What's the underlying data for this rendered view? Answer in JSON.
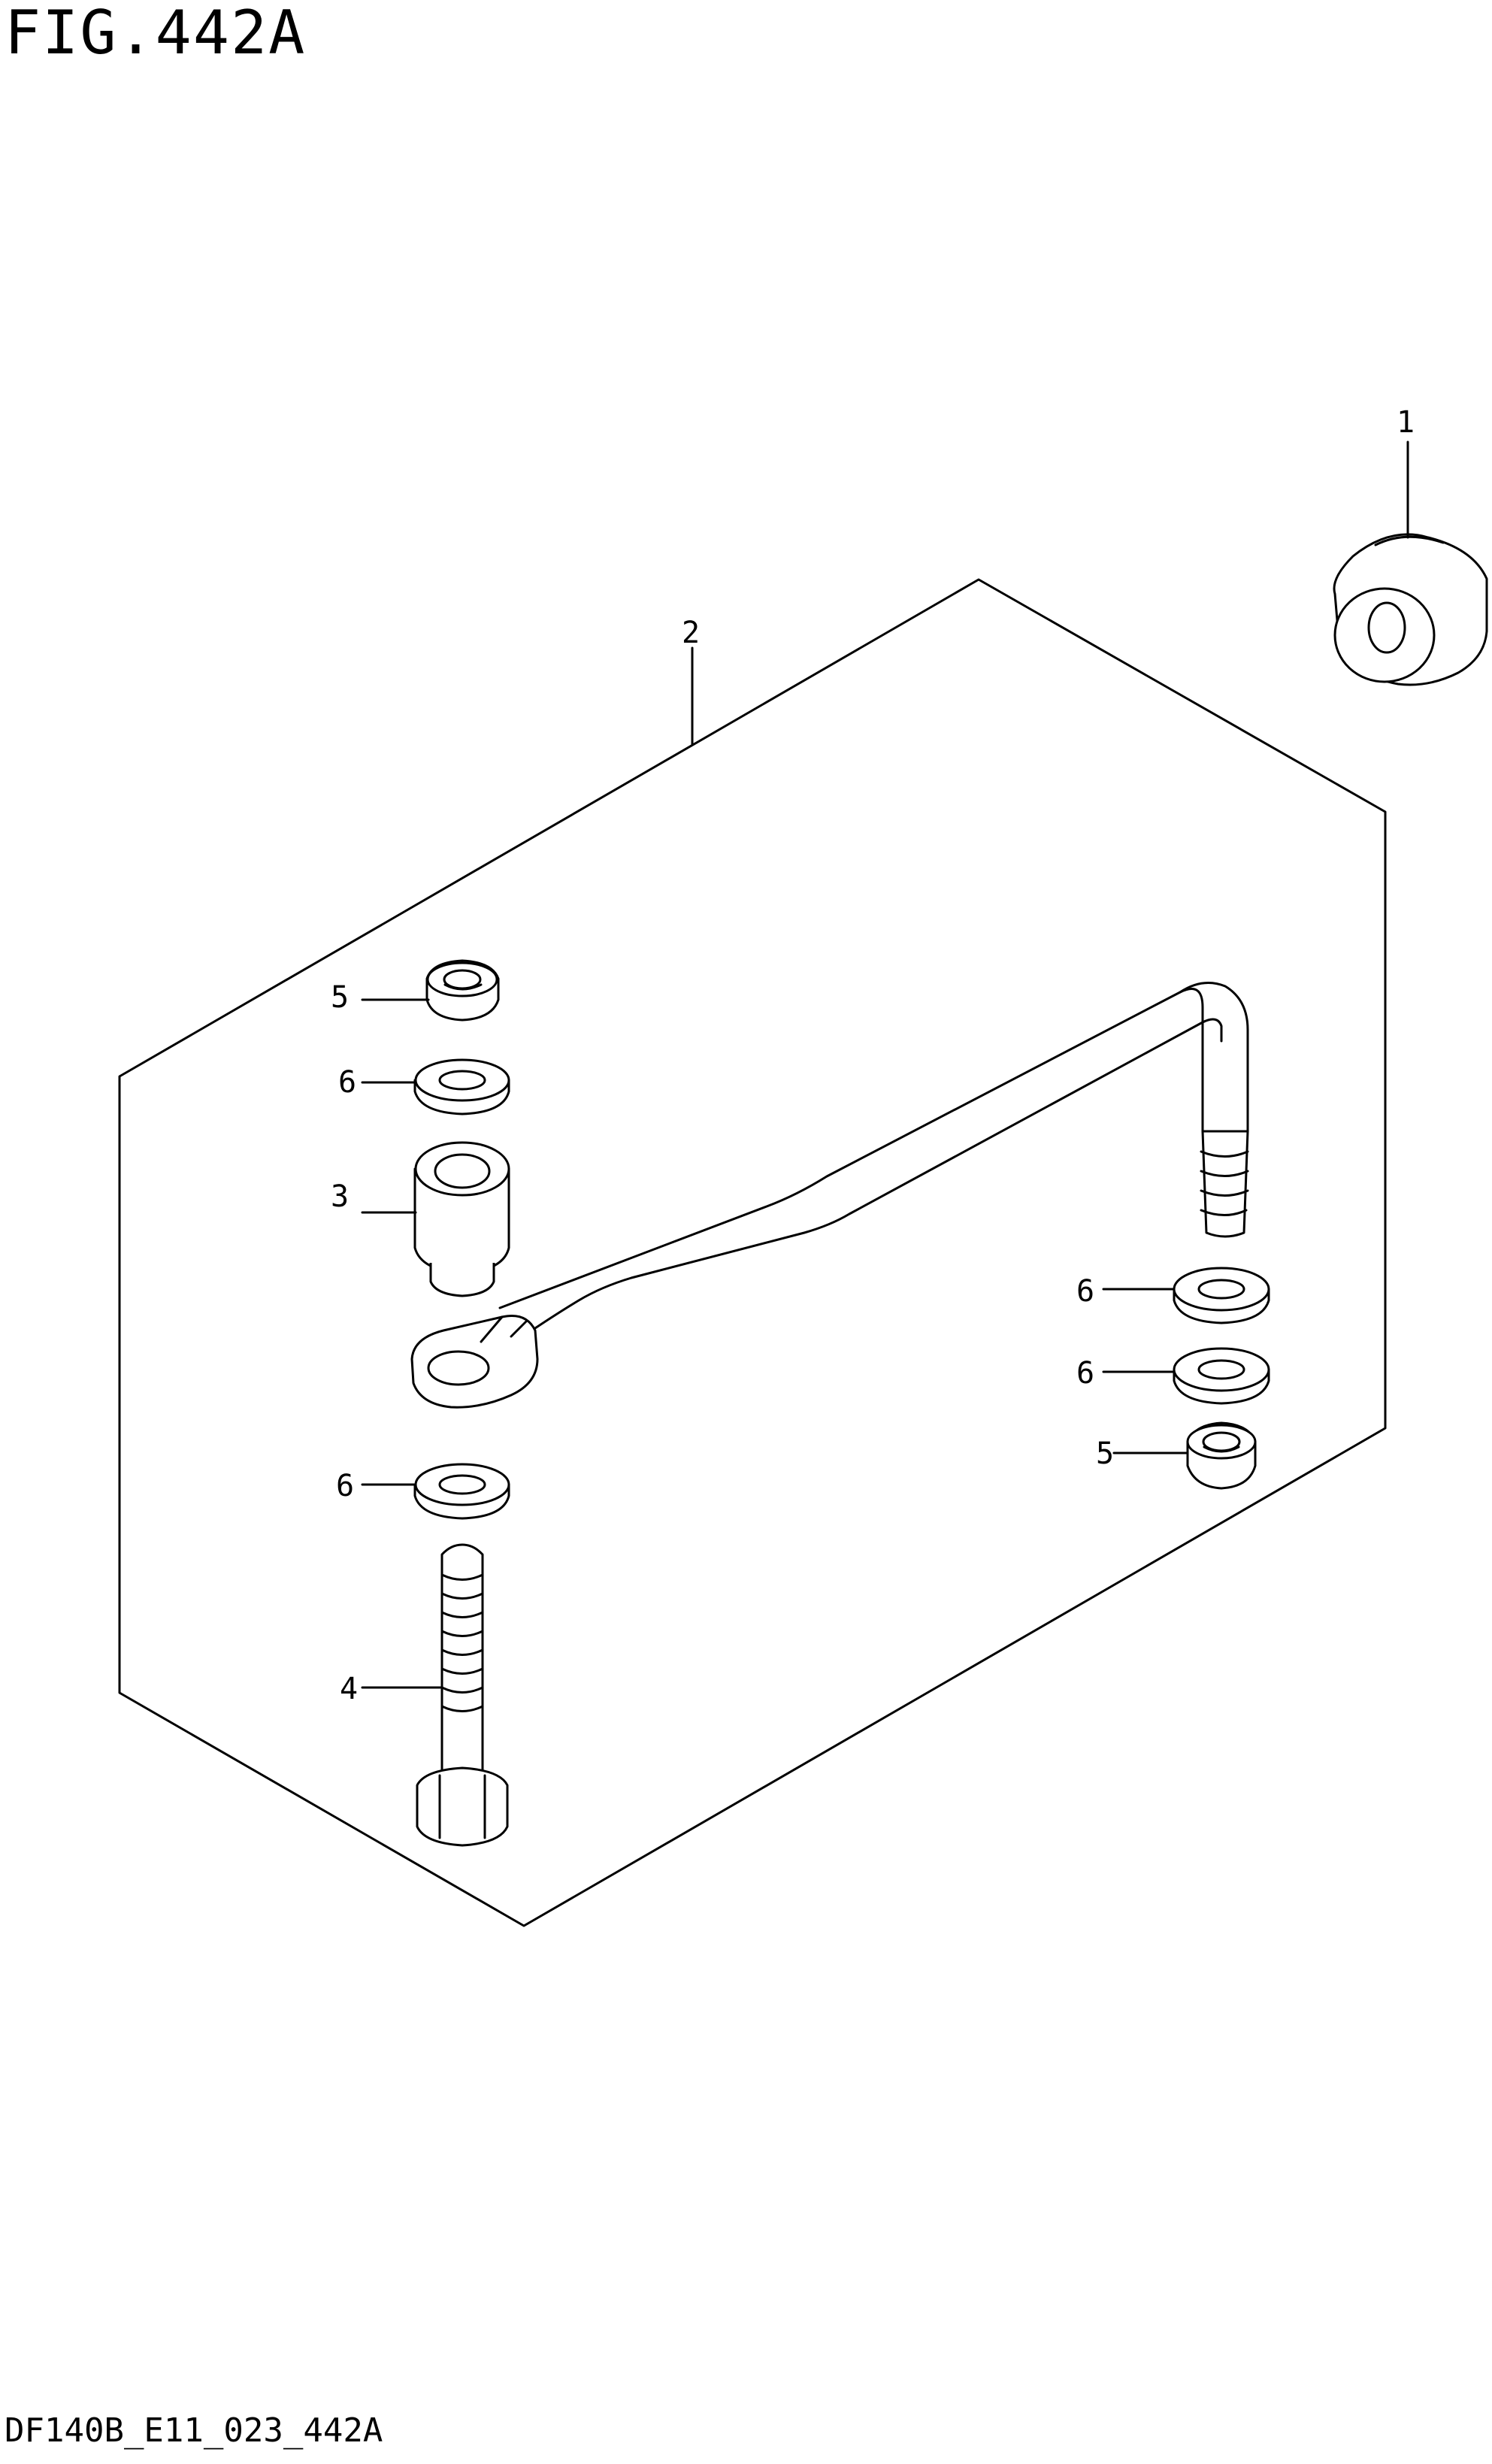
{
  "figure": {
    "title": "FIG.442A",
    "drawing_code": "DF140B_E11_023_442A"
  },
  "callouts": [
    {
      "number": "1",
      "part": "part-1-bushing"
    },
    {
      "number": "2",
      "part": "part-2-kit-outline"
    },
    {
      "number": "3",
      "part": "part-3-collar"
    },
    {
      "number": "4",
      "part": "part-4-bolt"
    },
    {
      "number": "5",
      "part": "part-5-nut-upper"
    },
    {
      "number": "6",
      "part": "part-6-washer-upper"
    },
    {
      "number": "6",
      "part": "part-6-washer-lower"
    },
    {
      "number": "6",
      "part": "part-6-washer-right-upper"
    },
    {
      "number": "6",
      "part": "part-6-washer-right-lower"
    },
    {
      "number": "5",
      "part": "part-5-nut-right"
    }
  ],
  "colors": {
    "line": "#000000",
    "background": "#ffffff"
  }
}
